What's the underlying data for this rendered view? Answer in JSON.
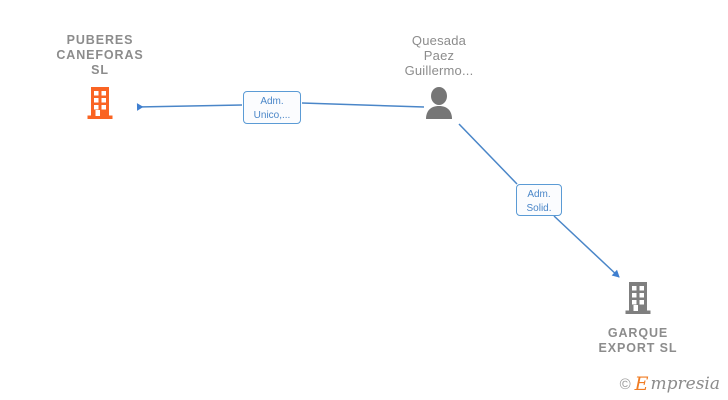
{
  "diagram": {
    "type": "org-relationship-graph",
    "background": "#ffffff",
    "colors": {
      "company_highlight": "#fa6423",
      "company_default": "#7f7f7f",
      "person": "#767676",
      "edge": "#4a86c8",
      "label_text": "#8c8c8c",
      "relation_text": "#4a86c8",
      "relation_border": "#5b9bd5"
    },
    "nodes": [
      {
        "id": "puberes",
        "label": "PUBERES\nCANEFORAS\nSL",
        "icon": "building-icon",
        "kind": "company",
        "highlight": true
      },
      {
        "id": "quesada",
        "label": "Quesada\nPaez\nGuillermo...",
        "icon": "person-icon",
        "kind": "person",
        "highlight": false
      },
      {
        "id": "garque",
        "label": "GARQUE\nEXPORT  SL",
        "icon": "building-icon",
        "kind": "company",
        "highlight": false
      }
    ],
    "edges": [
      {
        "id": "edge-unico",
        "from": "quesada",
        "to": "puberes",
        "label": "Adm.\nUnico,...",
        "direction": "left"
      },
      {
        "id": "edge-solid",
        "from": "quesada",
        "to": "garque",
        "label": "Adm.\nSolid.",
        "direction": "down-right"
      }
    ]
  },
  "watermark": {
    "copyright": "©",
    "brand_initial": "E",
    "brand_rest": "mpresia"
  }
}
